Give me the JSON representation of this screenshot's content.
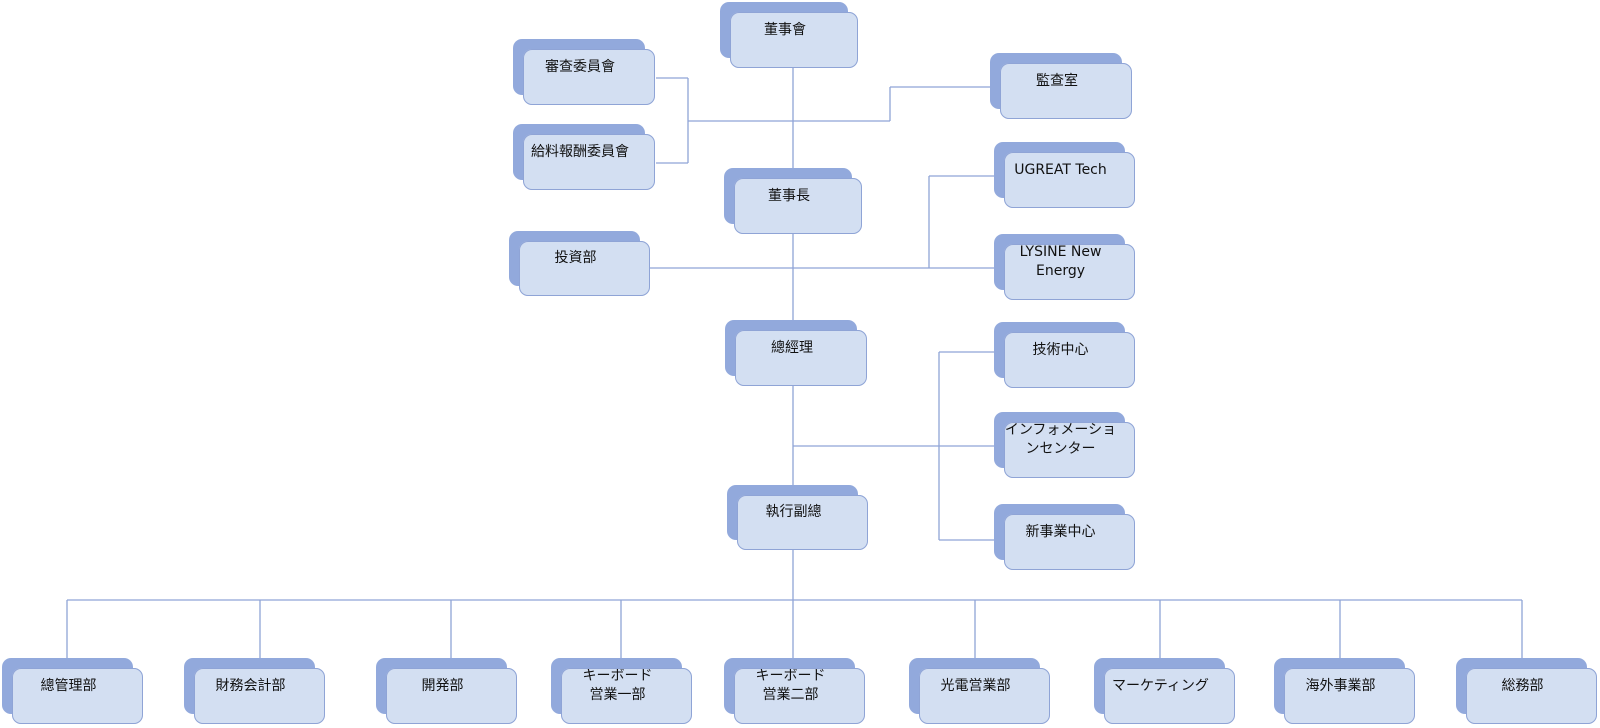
{
  "nodes": [
    {
      "id": "board",
      "label": "董事會"
    },
    {
      "id": "review-committee",
      "label": "審查委員會"
    },
    {
      "id": "compensation-committee",
      "label": "給料報酬委員會"
    },
    {
      "id": "audit-office",
      "label": "監查室"
    },
    {
      "id": "chairman",
      "label": "董事長"
    },
    {
      "id": "investment-dept",
      "label": "投資部"
    },
    {
      "id": "ugreat-tech",
      "label": "UGREAT Tech"
    },
    {
      "id": "lysine-new-energy",
      "label": "LYSINE New\nEnergy"
    },
    {
      "id": "general-manager",
      "label": "總經理"
    },
    {
      "id": "tech-center",
      "label": "技術中心"
    },
    {
      "id": "information-center",
      "label": "インフォメーショ\nンセンター"
    },
    {
      "id": "new-business-center",
      "label": "新事業中心"
    },
    {
      "id": "executive-vp",
      "label": "執行副總"
    },
    {
      "id": "general-management-dept",
      "label": "總管理部"
    },
    {
      "id": "finance-accounting-dept",
      "label": "財務会計部"
    },
    {
      "id": "development-dept",
      "label": "開発部"
    },
    {
      "id": "keyboard-sales-1",
      "label": "キーボード\n営業一部"
    },
    {
      "id": "keyboard-sales-2",
      "label": "キーボード\n営業二部"
    },
    {
      "id": "optoelectronics-sales-dept",
      "label": "光電営業部"
    },
    {
      "id": "marketing",
      "label": "マーケティング"
    },
    {
      "id": "overseas-business-dept",
      "label": "海外事業部"
    },
    {
      "id": "general-affairs-dept",
      "label": "総務部"
    }
  ]
}
